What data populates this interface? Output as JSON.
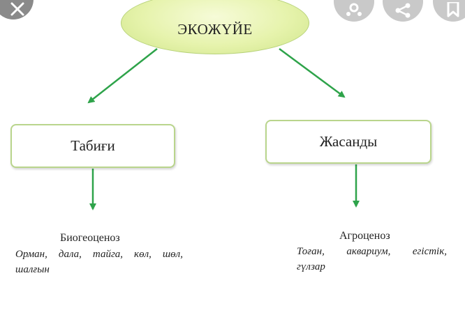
{
  "overlay": {
    "icons": [
      "close-icon",
      "lens-icon",
      "share-icon",
      "bookmark-icon"
    ]
  },
  "diagram": {
    "root": "ЭКОЖҮЙЕ",
    "left": {
      "box": "Табиғи",
      "title": "Биогеоценоз",
      "examples_line1": [
        "Орман,",
        "дала,",
        "тайга,",
        "көл,",
        "шөл,"
      ],
      "examples_line2": "шалғын"
    },
    "right": {
      "box": "Жасанды",
      "title": "Агроценоз",
      "examples_line1": [
        "Тоған,",
        "аквариум,",
        "егістік,"
      ],
      "examples_line2": "гүлзар"
    }
  },
  "colors": {
    "arrow": "#2ea34a",
    "box_border": "#b9d58c",
    "root_fill": "#e6f3ac"
  }
}
